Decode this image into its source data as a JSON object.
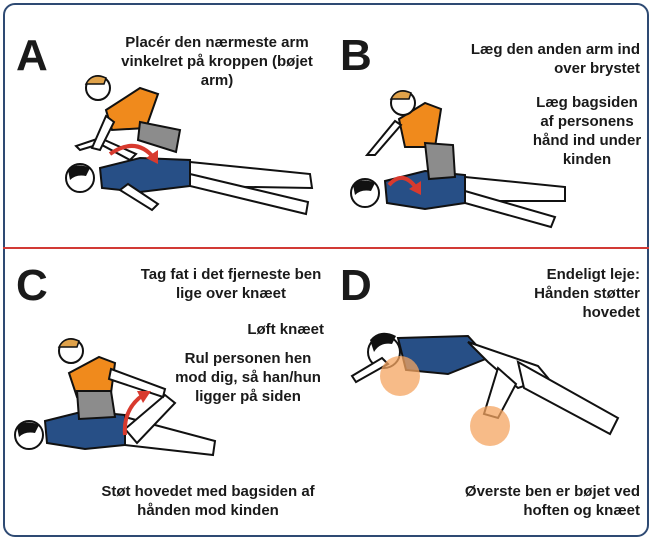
{
  "colors": {
    "border": "#2e4a73",
    "divider": "#d23a35",
    "shirt_orange": "#f08a1c",
    "shirt_blue": "#274f86",
    "pants_grey": "#8c8c8c",
    "hair": "#e0a24a",
    "arrow": "#d83a2e",
    "highlight": "#f4a460"
  },
  "steps": [
    {
      "letter": "A",
      "instructions": [
        "Placér den nærmeste arm vinkelret på kroppen (bøjet arm)"
      ]
    },
    {
      "letter": "B",
      "instructions": [
        "Læg den anden arm ind over brystet",
        "Læg bagsiden af personens hånd ind under kinden"
      ]
    },
    {
      "letter": "C",
      "instructions": [
        "Tag fat i det fjerneste ben lige over knæet",
        "Løft knæet",
        "Rul personen hen mod dig, så han/hun ligger på siden"
      ],
      "footer": "Støt hovedet med bagsiden af hånden mod kinden"
    },
    {
      "letter": "D",
      "instructions": [
        "Endeligt leje: Hånden støtter hovedet"
      ],
      "footer": "Øverste ben er bøjet ved hoften og knæet"
    }
  ]
}
